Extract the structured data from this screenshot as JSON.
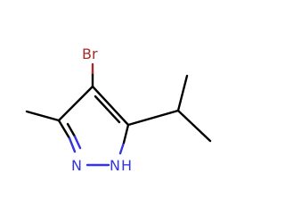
{
  "molecule": {
    "atoms": {
      "bromine": "Br",
      "nitrogen_2": "N",
      "nitrogen_1": "N",
      "hydrogen_on_n1": "H"
    },
    "colors": {
      "bond": "#000000",
      "bromine": "#a52a2a",
      "nitrogen": "#3535e0",
      "background": "#ffffff"
    }
  }
}
